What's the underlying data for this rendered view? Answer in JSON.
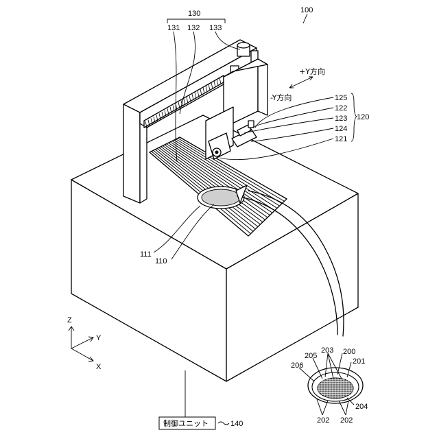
{
  "labels": {
    "n100": "100",
    "n130": "130",
    "n131": "131",
    "n132": "132",
    "n133": "133",
    "n125": "125",
    "n122": "122",
    "n123": "123",
    "n124": "124",
    "n121": "121",
    "n120": "120",
    "n111": "111",
    "n110": "110",
    "n140": "140",
    "n200": "200",
    "n201": "201",
    "n202a": "202",
    "n202b": "202",
    "n203": "203",
    "n204": "204",
    "n205": "205",
    "n206": "206",
    "plus_y": "+Y方向",
    "minus_y": "-Y方向",
    "axis_z": "Z",
    "axis_y": "Y",
    "axis_x": "X",
    "control_unit": "制御ユニット"
  }
}
